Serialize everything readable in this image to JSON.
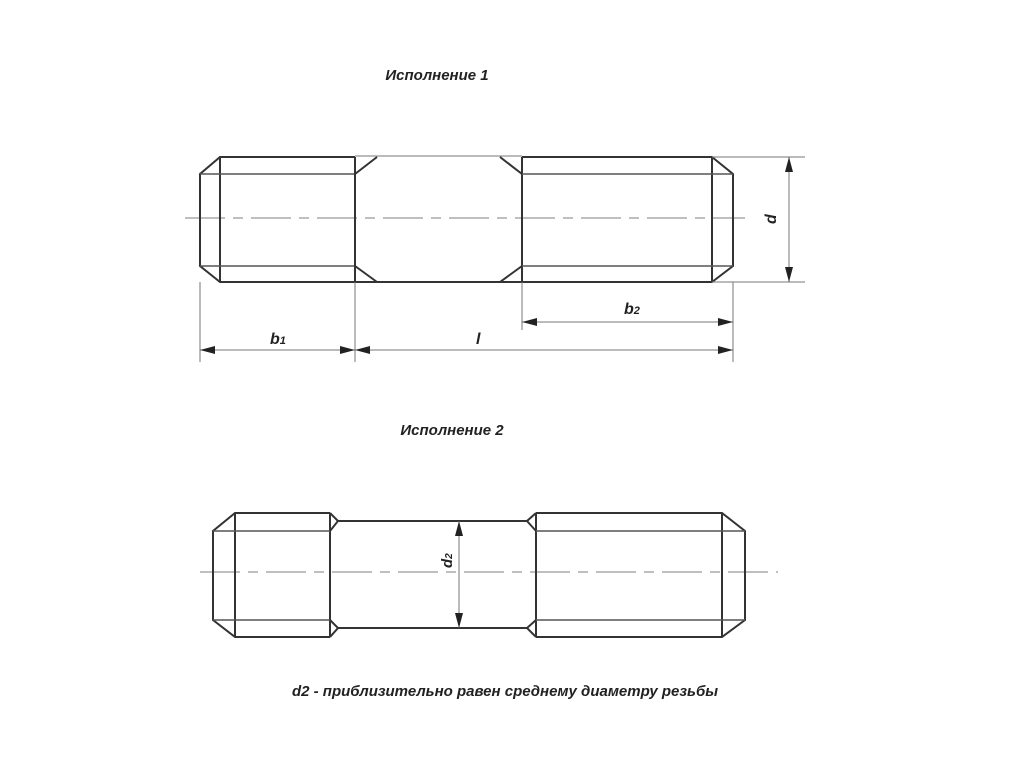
{
  "view1": {
    "title": "Исполнение 1",
    "labels": {
      "b1": "b",
      "b1_sub": "1",
      "l": "l",
      "b2": "b",
      "b2_sub": "2",
      "d": "d"
    }
  },
  "view2": {
    "title": "Исполнение 2",
    "labels": {
      "d2": "d",
      "d2_sub": "2"
    }
  },
  "note": "d2 - приблизительно равен среднему диаметру резьбы"
}
